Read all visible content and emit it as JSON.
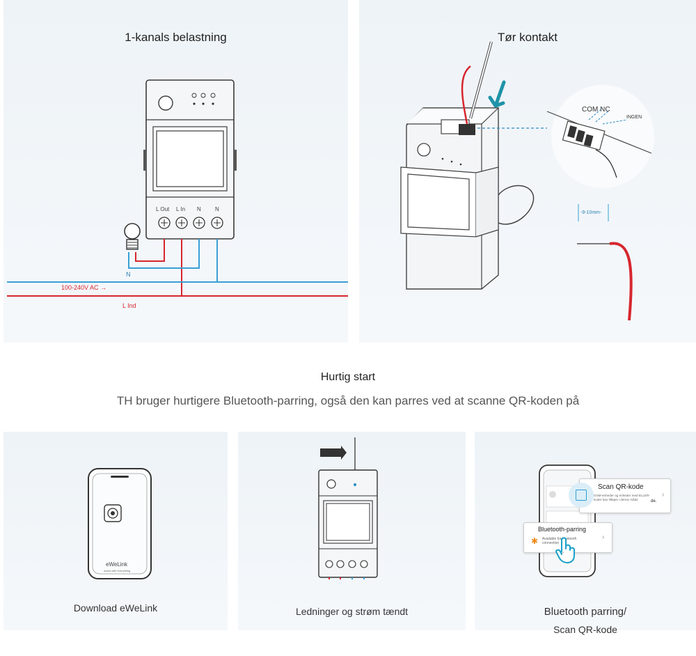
{
  "top_left": {
    "title": "1-kanals belastning",
    "terminals": [
      "L Out",
      "L In",
      "N",
      "N"
    ],
    "neutral_label": "N",
    "voltage_label": "100-240V AC →",
    "line_label": "L Ind"
  },
  "top_right": {
    "title": "Tør kontakt",
    "com_nc_label": "COM NC",
    "no_label": "INGEN",
    "strip_length": "-9-10mm-"
  },
  "quick_start": {
    "title": "Hurtig start",
    "subtitle": "TH bruger hurtigere Bluetooth-parring, også den kan parres ved at scanne QR-koden på"
  },
  "steps": [
    {
      "caption": "Download eWeLink",
      "app_name": "eWeLink",
      "tagline": "works with everything"
    },
    {
      "caption": "Ledninger og strøm tændt"
    },
    {
      "caption_line1": "Bluetooth parring/",
      "caption_line2": "Scan QR-kode",
      "qr_title": "Scan QR-kode",
      "qr_desc": "GSM-enheder og enheder med ELLER-koder kan tilføjes i denne måde",
      "qr_suffix": "de.",
      "bt_title": "Bluetooth-parring",
      "bt_desc": "Available for bluetooth connection"
    }
  ],
  "colors": {
    "neutral_wire": "#3a9fd6",
    "live_wire": "#d7262e",
    "accent": "#1aa0c8"
  }
}
